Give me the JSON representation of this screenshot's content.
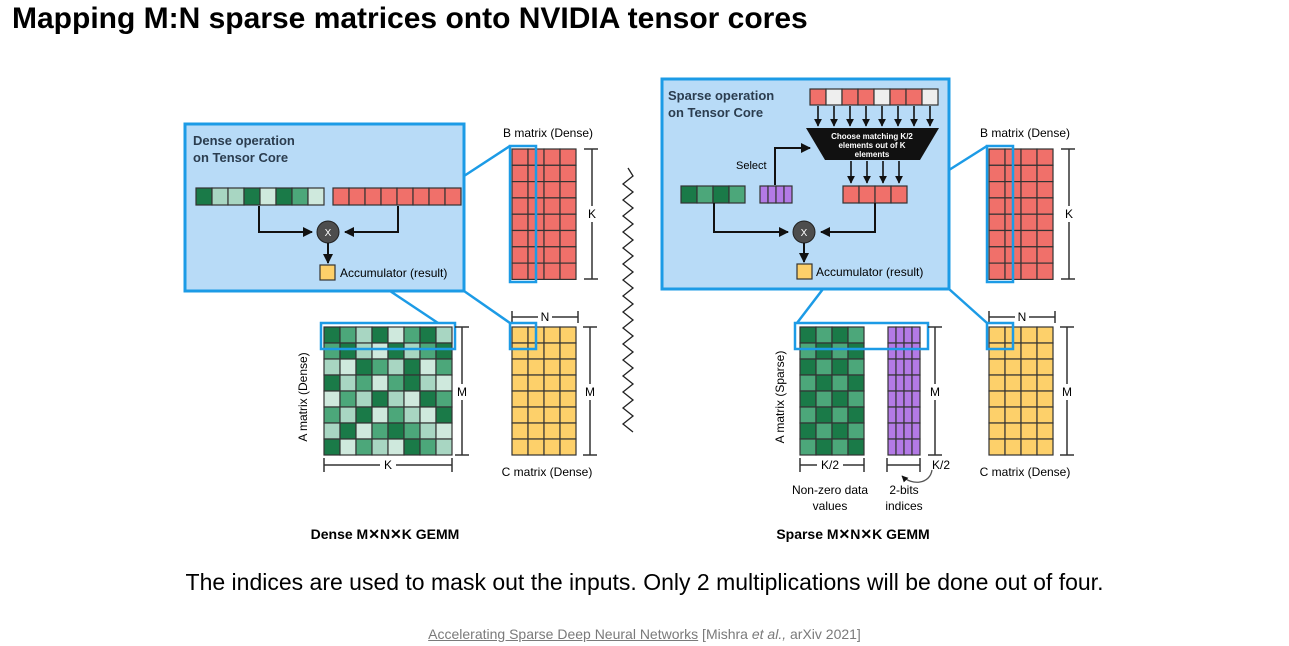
{
  "title": "Mapping M:N sparse matrices onto NVIDIA tensor cores",
  "dense": {
    "panel_title_line1": "Dense operation",
    "panel_title_line2": "on Tensor Core",
    "multiply_symbol": "X",
    "accumulator_label": "Accumulator (result)",
    "b_matrix_label": "B matrix (Dense)",
    "c_matrix_label": "C matrix (Dense)",
    "a_matrix_label": "A matrix (Dense)",
    "dim_k": "K",
    "dim_m": "M",
    "dim_n": "N",
    "gemm_label": "Dense M✕N✕K GEMM"
  },
  "sparse": {
    "panel_title_line1": "Sparse operation",
    "panel_title_line2": "on Tensor Core",
    "select_label": "Select",
    "choose_line1": "Choose matching K/2",
    "choose_line2": "elements out of K",
    "choose_line3": "elements",
    "multiply_symbol": "X",
    "accumulator_label": "Accumulator (result)",
    "b_matrix_label": "B matrix (Dense)",
    "c_matrix_label": "C matrix (Dense)",
    "a_matrix_label": "A matrix (Sparse)",
    "dim_k": "K",
    "dim_m": "M",
    "dim_n": "N",
    "dim_k2": "K/2",
    "nonzero_line1": "Non-zero data",
    "nonzero_line2": "values",
    "bits_line1": "2-bits",
    "bits_line2": "indices",
    "gemm_label": "Sparse M✕N✕K GEMM"
  },
  "caption": "The indices are used to mask out the inputs. Only 2 multiplications will be done out of four.",
  "citation": {
    "link_text": "Accelerating Sparse Deep Neural Networks",
    "prefix": " [Mishra ",
    "etal": "et al.,",
    "suffix": " arXiv 2021]"
  },
  "colors": {
    "panel_fill": "#b8dbf7",
    "highlight": "#1c9be6",
    "b_red": "#f0706a",
    "c_yellow": "#fdd06a",
    "purple": "#b37ae6",
    "green_dark": "#1a7a48",
    "green_mid": "#4ca77a",
    "green_light": "#a8d6c2",
    "green_pale": "#cfe9dd",
    "gray_op": "#4d4d4d"
  }
}
